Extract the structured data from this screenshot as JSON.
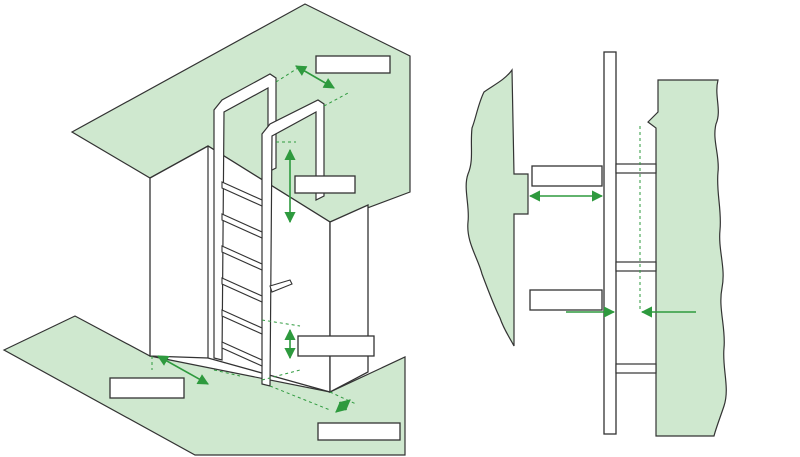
{
  "figure": {
    "colors": {
      "surface": "#cfe8cf",
      "outline": "#333333",
      "dimension": "#2e9a3e",
      "background": "#ffffff"
    },
    "left_view": {
      "label_boxes": [
        {
          "id": "top-clearance",
          "text": ""
        },
        {
          "id": "handrail-extension",
          "text": ""
        },
        {
          "id": "side-clearance",
          "text": ""
        },
        {
          "id": "bottom-rung-height",
          "text": ""
        },
        {
          "id": "base-clearance",
          "text": ""
        }
      ]
    },
    "right_view": {
      "label_boxes": [
        {
          "id": "standoff-distance",
          "text": ""
        },
        {
          "id": "rung-clearance",
          "text": ""
        }
      ]
    }
  }
}
